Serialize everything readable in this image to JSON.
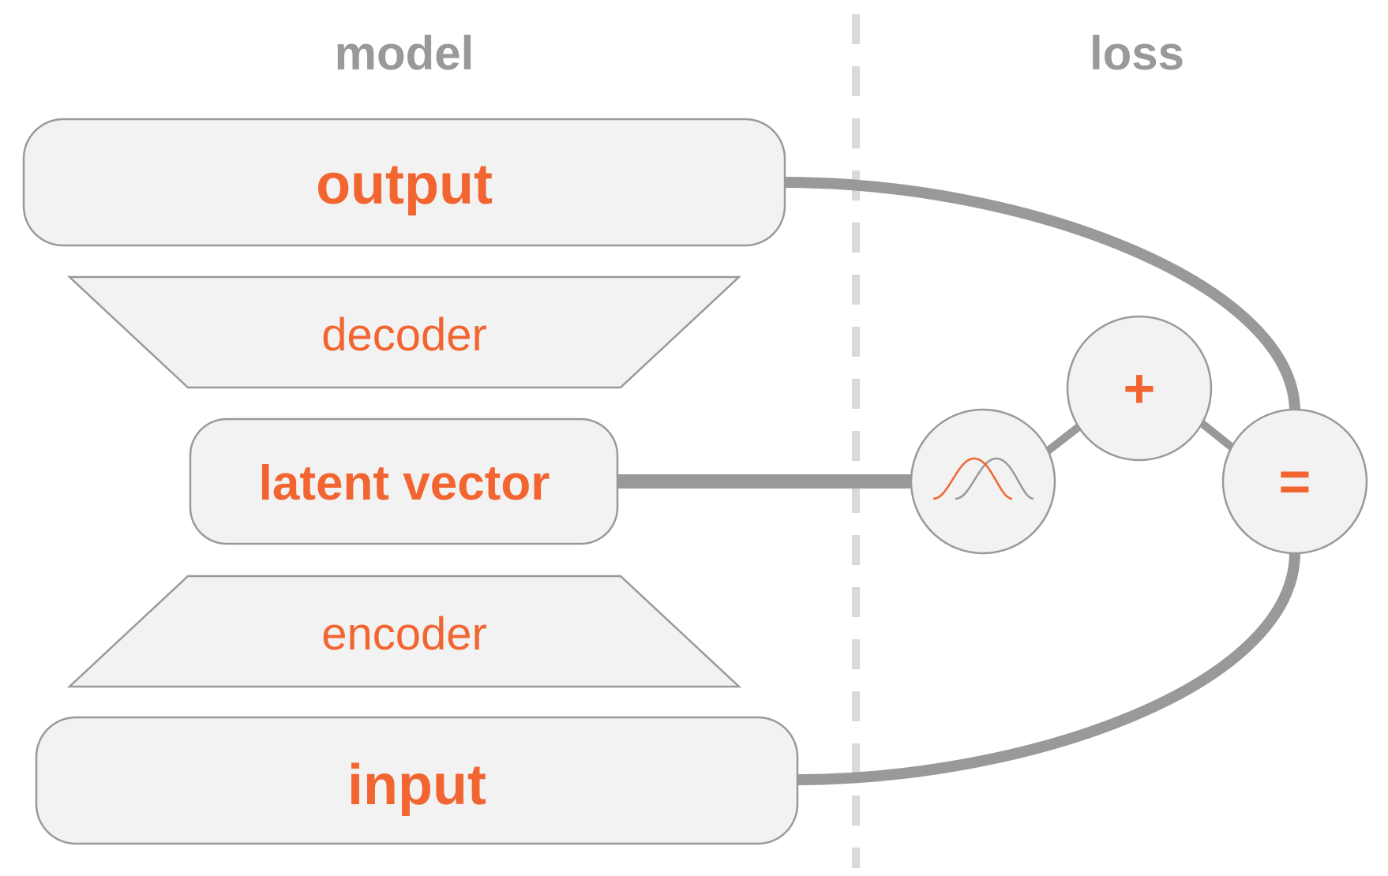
{
  "headers": {
    "model": "model",
    "loss": "loss"
  },
  "model": {
    "output_label": "output",
    "decoder_label": "decoder",
    "latent_label": "latent vector",
    "encoder_label": "encoder",
    "input_label": "input"
  },
  "loss": {
    "plus_symbol": "+",
    "equals_symbol": "="
  },
  "colors": {
    "accent": "#f26531",
    "line": "#999999",
    "box_fill": "#f2f2f2",
    "divider": "#d9d9d9"
  },
  "icons": {
    "distribution": "gaussian-curves-icon"
  }
}
